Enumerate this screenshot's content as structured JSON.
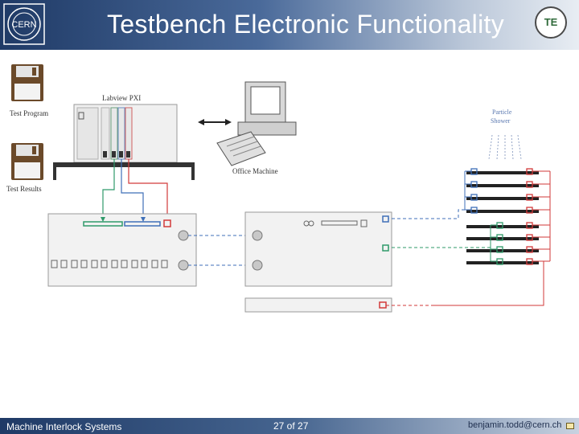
{
  "slide": {
    "title": "Testbench Electronic Functionality",
    "left_logo_text": "CERN",
    "right_logo_text": "TE"
  },
  "diagram": {
    "labels": {
      "test_program": "Test Program",
      "test_results": "Test Results",
      "labview_pxi": "Labview PXI",
      "office_machine": "Office Machine",
      "particle_shower_line1": "Particle",
      "particle_shower_line2": "Shower"
    },
    "colors": {
      "blue": "#3f6fb8",
      "green": "#2f9a6a",
      "red": "#d23a3a",
      "chassis": "#f1f1f1",
      "outline": "#9a9a9a"
    }
  },
  "footer": {
    "left": "Machine Interlock Systems",
    "page": "27 of 27",
    "email": "benjamin.todd@cern.ch"
  }
}
